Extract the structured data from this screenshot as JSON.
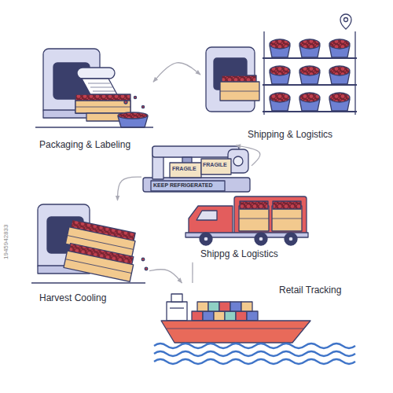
{
  "diagram": {
    "nodes": [
      {
        "text": [
          "Packaging & Labeling"
        ]
      },
      {
        "text": [
          "Shipping & Logistics"
        ]
      },
      {
        "text": [
          "FRAGILE",
          "FRAGILE",
          "KEEP REFRIGERATED"
        ]
      },
      {
        "text": [
          "Shippg & Logistics"
        ]
      },
      {
        "text": [
          "Harvest Cooling"
        ]
      },
      {
        "text": [
          "Retail Tracking"
        ]
      }
    ],
    "edges": [
      {
        "from": 0,
        "to": 1,
        "arrow": "both"
      },
      {
        "from": 2,
        "to": 1,
        "arrow": "to"
      },
      {
        "from": 2,
        "to": 4,
        "arrow": "to"
      },
      {
        "from": 4,
        "to": 5,
        "arrow": "to"
      },
      {
        "from": 3,
        "to": 5,
        "arrow": "none"
      }
    ],
    "labels": [
      "1945942833"
    ]
  }
}
